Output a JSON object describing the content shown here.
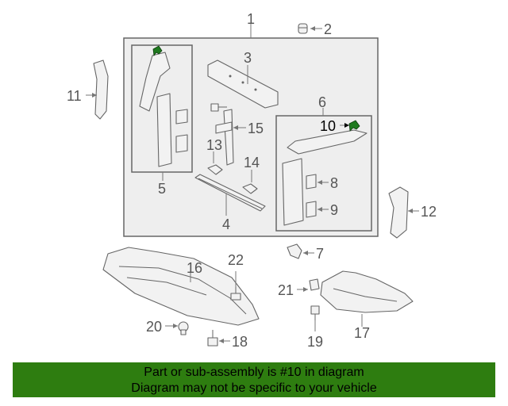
{
  "callouts": {
    "c1": "1",
    "c2": "2",
    "c3": "3",
    "c4": "4",
    "c5": "5",
    "c6": "6",
    "c7": "7",
    "c8": "8",
    "c9": "9",
    "c10": "10",
    "c11": "11",
    "c12": "12",
    "c13": "13",
    "c14": "14",
    "c15": "15",
    "c16": "16",
    "c17": "17",
    "c18": "18",
    "c19": "19",
    "c20": "20",
    "c21": "21",
    "c22": "22"
  },
  "highlighted_part": "10",
  "banner": {
    "line1": "Part or sub-assembly is #10 in diagram",
    "line2": "Diagram may not be specific to your vehicle"
  },
  "colors": {
    "banner_bg": "#2e7d10",
    "highlight_part": "#1f7a1f"
  }
}
